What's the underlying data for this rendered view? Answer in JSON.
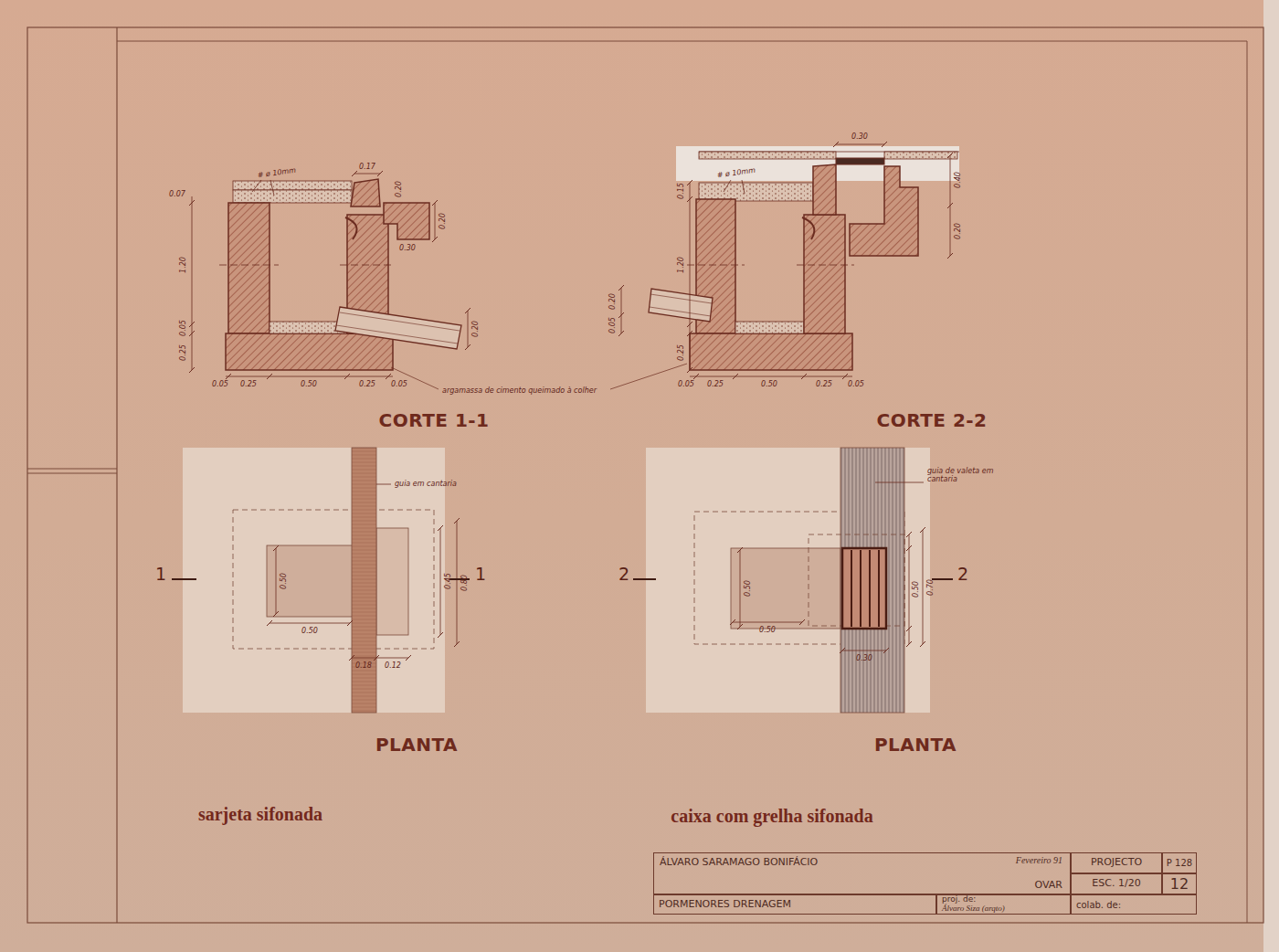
{
  "diagram": {
    "nodes": [
      {
        "text": [
          "ÁLVARO SARAMAGO BONIFÁCIO",
          "Fevereiro 91",
          "OVAR"
        ]
      },
      {
        "text": [
          "PROJECTO"
        ]
      },
      {
        "text": [
          "P 128"
        ]
      },
      {
        "text": [
          "ESC. 1/20"
        ]
      },
      {
        "text": [
          "12"
        ]
      },
      {
        "text": [
          "PORMENORES DRENAGEM"
        ]
      },
      {
        "text": [
          "proj. de:",
          "Álvaro Siza (arqto)"
        ]
      },
      {
        "text": [
          "colab. de:"
        ]
      }
    ],
    "labels": [
      "# ø 10mm",
      "0.17",
      "0.07",
      "0.20",
      "0.20",
      "0.30",
      "1.20",
      "0.20",
      "0.05",
      "0.25",
      "0.25",
      "0.50",
      "0.25",
      "0.05",
      "0.05",
      "argamassa de cimento queimado à colher",
      "CORTE 1-1",
      "0.30",
      "# ø 10mm",
      "0.15",
      "0.40",
      "0.20",
      "1.20",
      "0.20",
      "0.05",
      "0.25",
      "0.25",
      "0.50",
      "0.25",
      "0.05",
      "0.05",
      "CORTE 2-2",
      "guia em cantaria",
      "0.50",
      "0.50",
      "0.45",
      "0.80",
      "0.18",
      "0.12",
      "1",
      "1",
      "PLANTA",
      "guia de valeta em cantaria",
      "0.50",
      "0.50",
      "0.30",
      "0.50",
      "0.70",
      "2",
      "2",
      "PLANTA",
      "sarjeta sifonada",
      "caixa com grelha sifonada"
    ]
  }
}
